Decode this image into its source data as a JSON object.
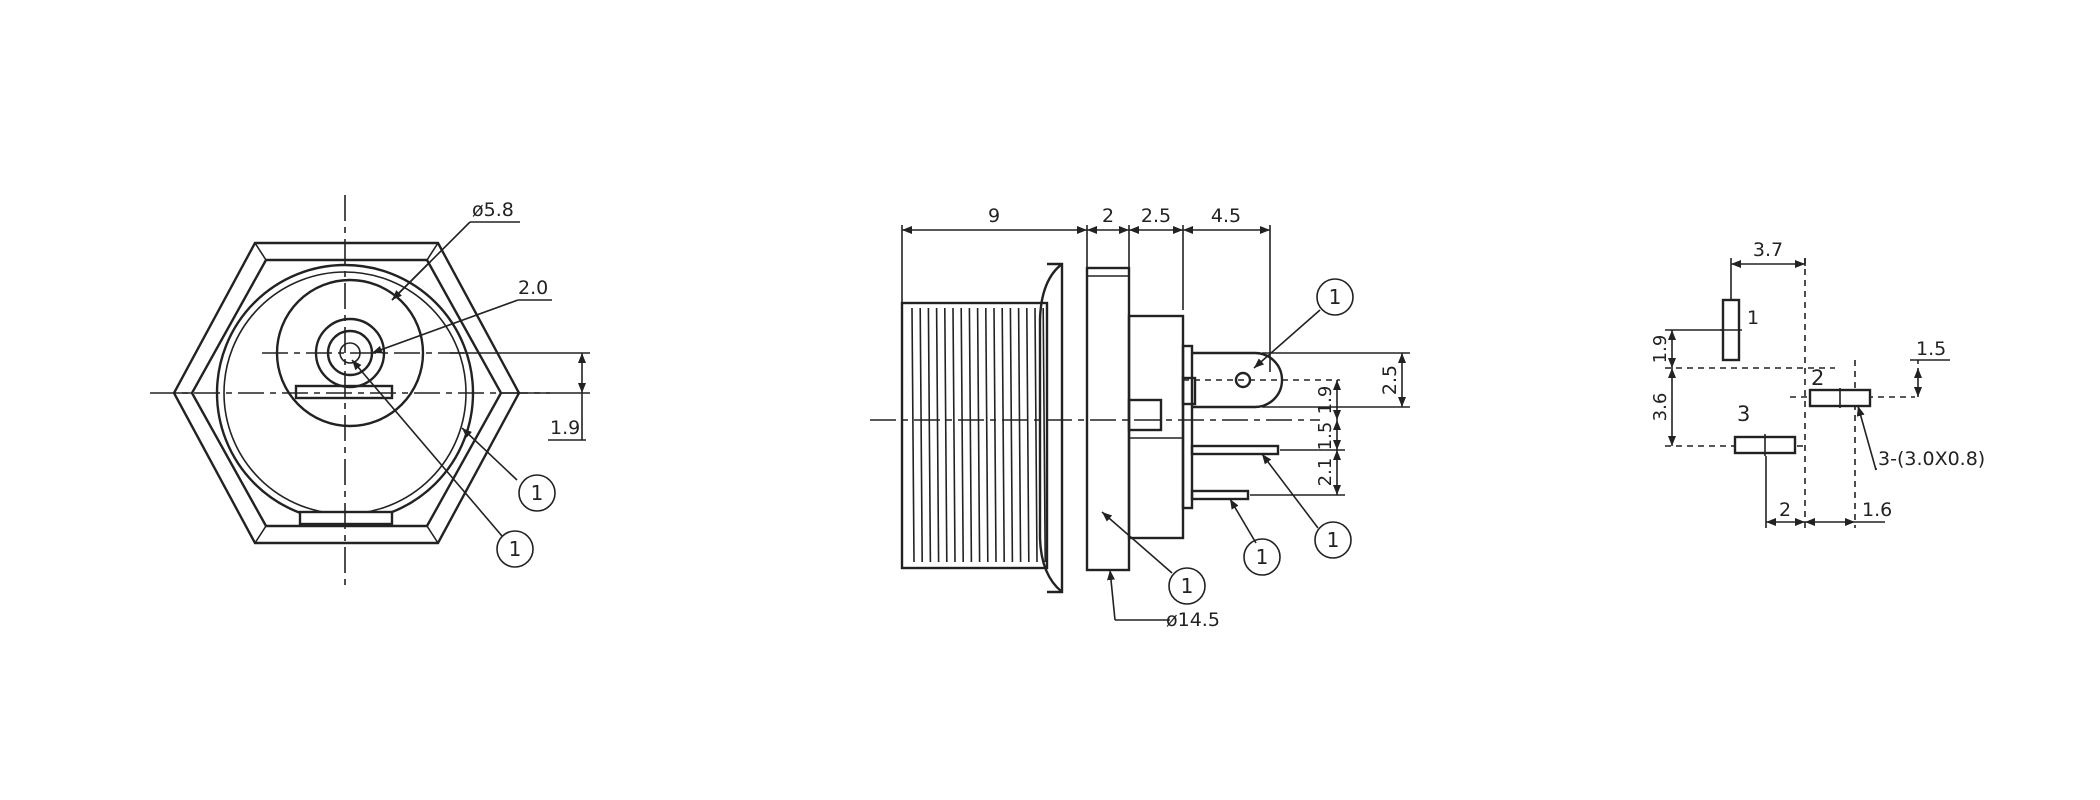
{
  "colors": {
    "ink": "#222222",
    "background": "#ffffff"
  },
  "front_view": {
    "dim_hole_diameter": "ø5.8",
    "dim_pin_diameter": "2.0",
    "dim_offset": "1.9",
    "callout_a": "1",
    "callout_b": "1"
  },
  "side_view": {
    "dim_thread": "9",
    "dim_nut": "2",
    "dim_flange": "2.5",
    "dim_tail": "4.5",
    "dim_lug": "2.5",
    "dim_pin_a": "1.9",
    "dim_pin_b": "1.5",
    "dim_pin_c": "2.1",
    "dim_flange_diameter": "ø14.5",
    "callout_top": "1",
    "callout_upper_pin": "1",
    "callout_lower_pin": "1",
    "callout_flange": "1"
  },
  "pcb_layout": {
    "dim_width": "3.7",
    "dim_height_a": "1.9",
    "dim_height_b": "3.6",
    "dim_offset_right": "1.5",
    "dim_bottom_a": "2",
    "dim_bottom_b": "1.6",
    "pad_1": "1",
    "pad_2": "2",
    "pad_3": "3",
    "slot_note": "3-(3.0X0.8)"
  }
}
